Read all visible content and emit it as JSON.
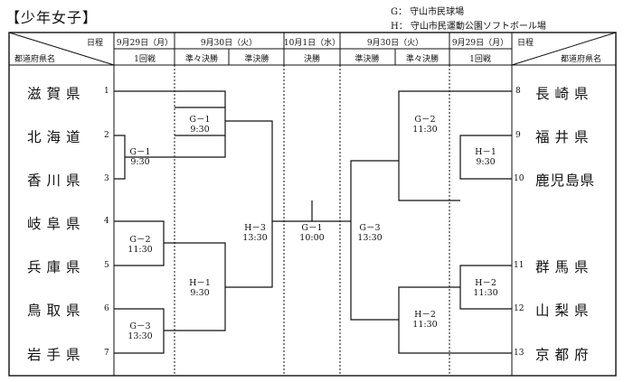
{
  "title": "【少年女子】",
  "legend": {
    "g": "G： 守山市民球場",
    "h": "H： 守山市民運動公園ソフトボール場"
  },
  "header": {
    "left_date_label": "日程",
    "left_pref_label": "都道府県名",
    "right_date_label": "日程",
    "right_pref_label": "都道府県名",
    "dates": [
      "9月29日（月）",
      "9月30日（火）",
      "10月1日（水）",
      "9月30日（火）",
      "9月29日（月）"
    ],
    "rounds": [
      "1回戦",
      "準々決勝",
      "準決勝",
      "決勝",
      "準決勝",
      "準々決勝",
      "1回戦"
    ]
  },
  "left_teams": [
    {
      "name": "滋賀県",
      "num": "1"
    },
    {
      "name": "北海道",
      "num": "2"
    },
    {
      "name": "香川県",
      "num": "3"
    },
    {
      "name": "岐阜県",
      "num": "4"
    },
    {
      "name": "兵庫県",
      "num": "5"
    },
    {
      "name": "鳥取県",
      "num": "6"
    },
    {
      "name": "岩手県",
      "num": "7"
    }
  ],
  "right_teams": [
    {
      "name": "長崎県",
      "num": "8"
    },
    {
      "name": "福井県",
      "num": "9"
    },
    {
      "name": "鹿児島県",
      "num": "10"
    },
    {
      "name": "群馬県",
      "num": "11"
    },
    {
      "name": "山梨県",
      "num": "12"
    },
    {
      "name": "京都府",
      "num": "13"
    }
  ],
  "matches": {
    "l_r1_a": {
      "venue": "G－1",
      "time": "9:30"
    },
    "l_r1_b": {
      "venue": "G－2",
      "time": "11:30"
    },
    "l_r1_c": {
      "venue": "G－3",
      "time": "13:30"
    },
    "l_qf_a": {
      "venue": "G－1",
      "time": "9:30"
    },
    "l_qf_b": {
      "venue": "H－1",
      "time": "9:30"
    },
    "l_sf": {
      "venue": "H－3",
      "time": "13:30"
    },
    "final": {
      "venue": "G－1",
      "time": "10:00"
    },
    "r_sf": {
      "venue": "G－3",
      "time": "13:30"
    },
    "r_qf_a": {
      "venue": "G－2",
      "time": "11:30"
    },
    "r_qf_b": {
      "venue": "H－2",
      "time": "11:30"
    },
    "r_r1_a": {
      "venue": "H－1",
      "time": "9:30"
    },
    "r_r1_b": {
      "venue": "H－2",
      "time": "11:30"
    }
  }
}
